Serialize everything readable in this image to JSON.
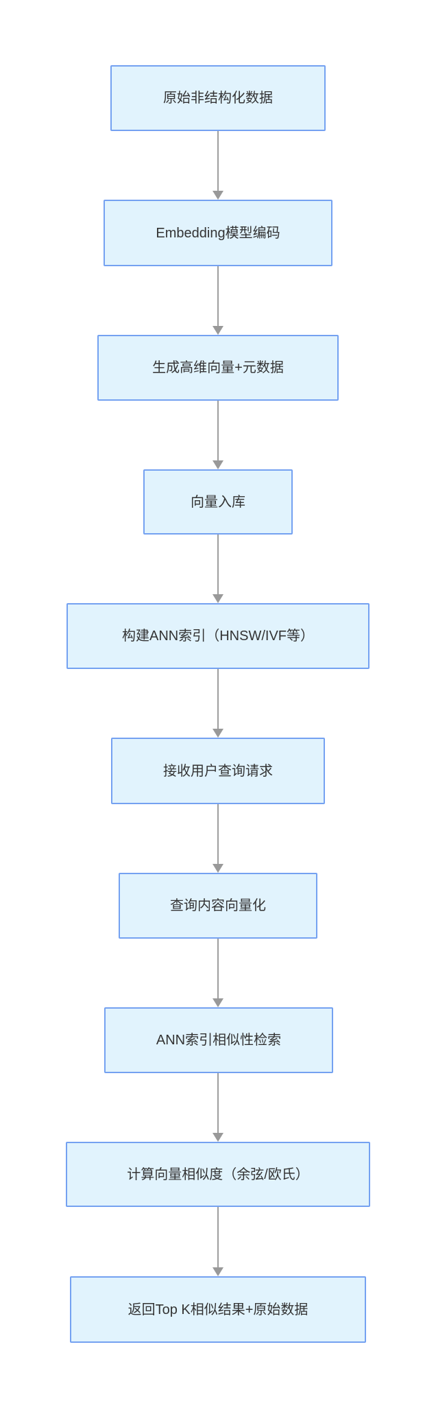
{
  "colors": {
    "background": "#FFFFFF",
    "node_fill": "#E1F3FD",
    "node_border": "#74A1F1",
    "edge_gray": "#9E9E9E",
    "text": "#333333"
  },
  "nodes": [
    {
      "id": "n1",
      "label": "原始非结构化数据"
    },
    {
      "id": "n2",
      "label": "Embedding模型编码"
    },
    {
      "id": "n3",
      "label": "生成高维向量+元数据"
    },
    {
      "id": "n4",
      "label": "向量入库"
    },
    {
      "id": "n5",
      "label": "构建ANN索引（HNSW/IVF等）"
    },
    {
      "id": "n6",
      "label": "接收用户查询请求"
    },
    {
      "id": "n7",
      "label": "查询内容向量化"
    },
    {
      "id": "n8",
      "label": "ANN索引相似性检索"
    },
    {
      "id": "n9",
      "label": "计算向量相似度（余弦/欧氏）"
    },
    {
      "id": "n10",
      "label": "返回Top K相似结果+原始数据"
    }
  ],
  "edges": [
    {
      "from": "n1",
      "to": "n2"
    },
    {
      "from": "n2",
      "to": "n3"
    },
    {
      "from": "n3",
      "to": "n4"
    },
    {
      "from": "n4",
      "to": "n5"
    },
    {
      "from": "n5",
      "to": "n6"
    },
    {
      "from": "n6",
      "to": "n7"
    },
    {
      "from": "n7",
      "to": "n8"
    },
    {
      "from": "n8",
      "to": "n9"
    },
    {
      "from": "n9",
      "to": "n10"
    }
  ]
}
